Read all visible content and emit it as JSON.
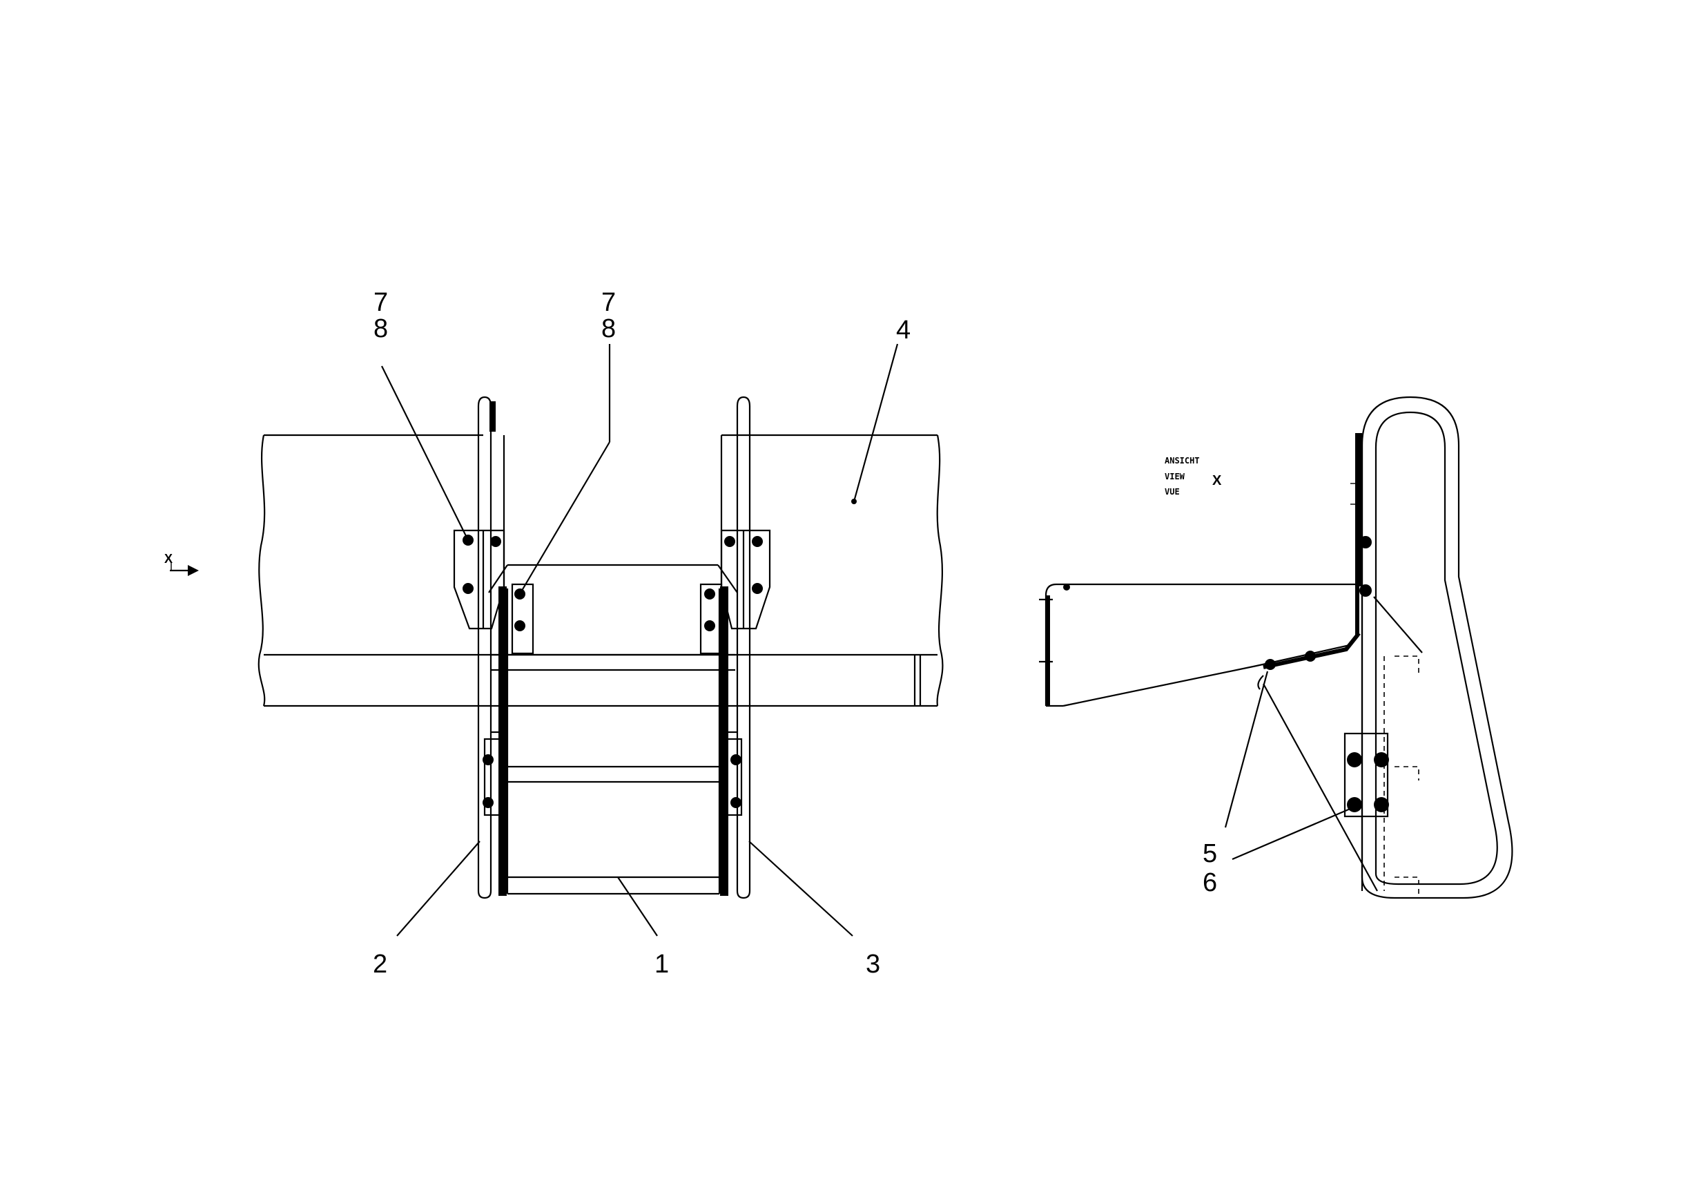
{
  "callouts": {
    "c1": "1",
    "c2": "2",
    "c3": "3",
    "c4": "4",
    "c5": "5",
    "c6": "6",
    "c7a": "7",
    "c8a": "8",
    "c7b": "7",
    "c8b": "8"
  },
  "view_marker": {
    "arrow_label": "X"
  },
  "view_label": {
    "line1": "ANSICHT",
    "line2": "VIEW",
    "line3": "VUE",
    "letter": "X"
  }
}
